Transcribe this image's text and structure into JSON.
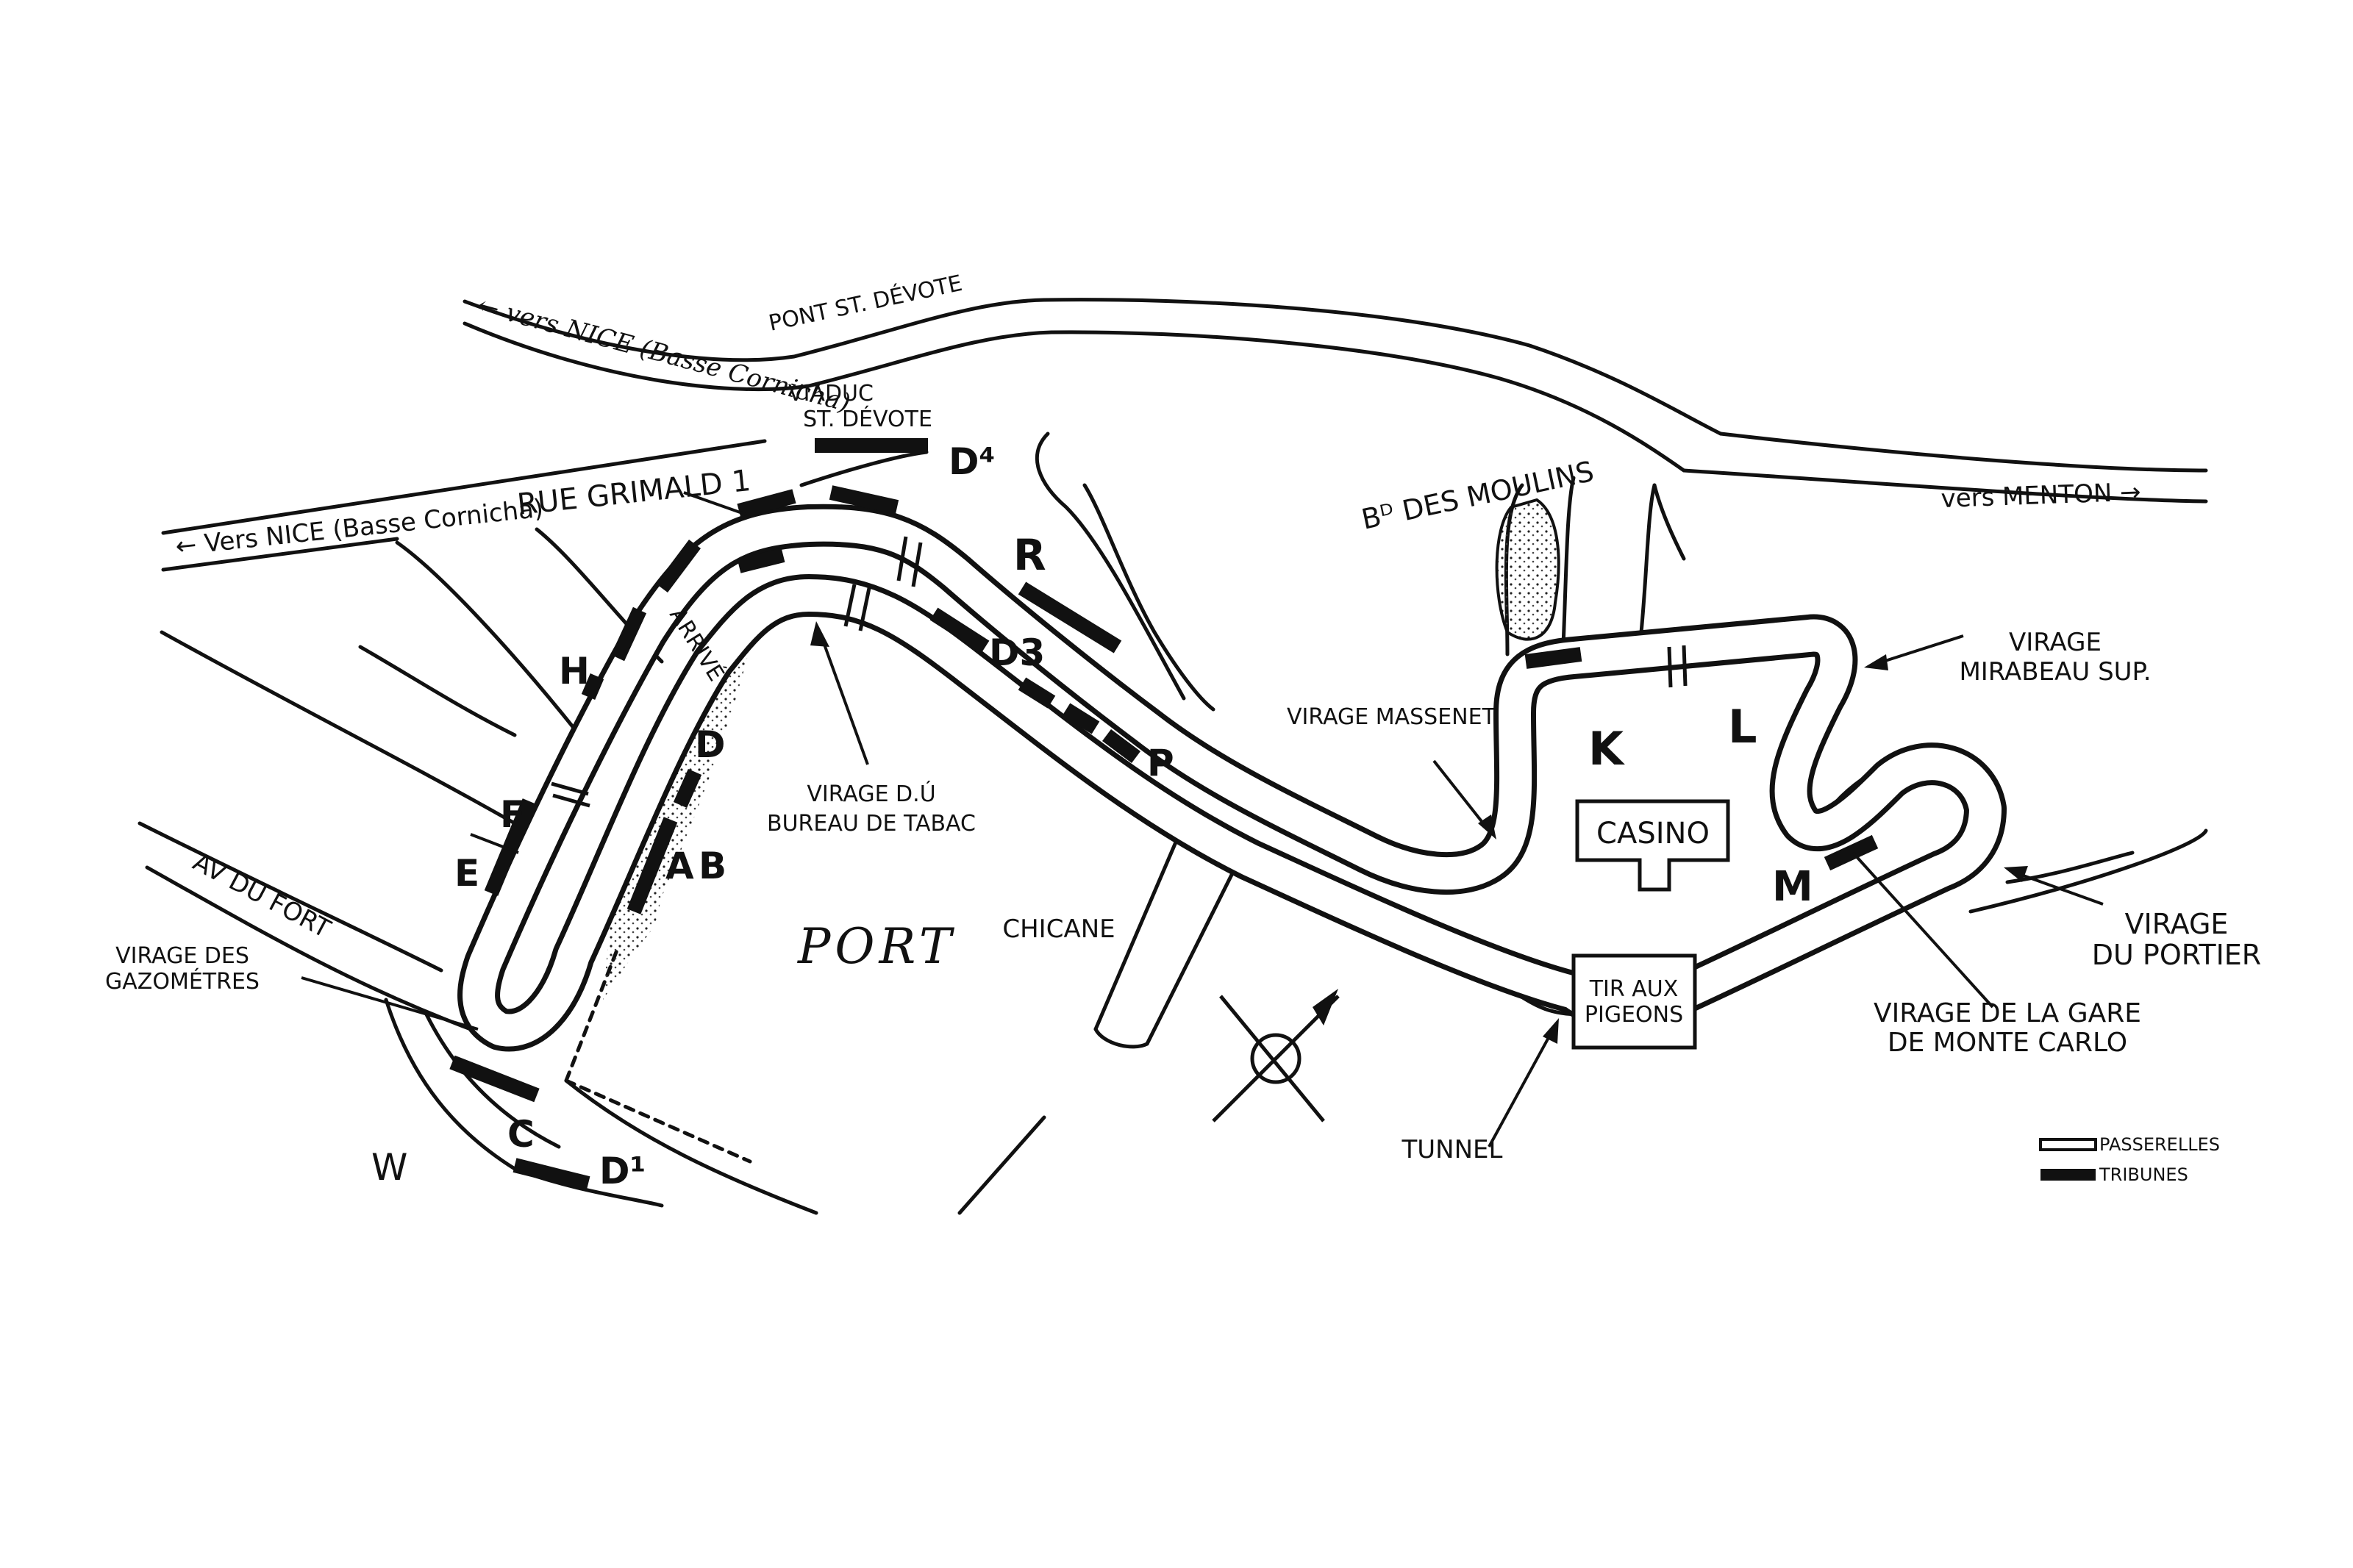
{
  "roads": {
    "nice_top": "← vers NICE (Basse Cornicha)",
    "pont_ste_devote": "PONT ST. DÉVOTE",
    "nice_left": "← Vers NICE (Basse Cornicha)",
    "rue_grimaldi": "RUE GRIMALD 1",
    "bd_moulins": "Bᴰ DES MOULINS",
    "menton": "vers MENTON →",
    "av_du_fort": "AV DU FORT"
  },
  "places": {
    "viaduc_line1": "VIADUC",
    "viaduc_line2": "ST. DÉVOTE",
    "casino": "CASINO",
    "tir_line1": "TIR AUX",
    "tir_line2": "PIGEONS",
    "port": "PORT",
    "arrive": "ARRIVÉ"
  },
  "corners": {
    "tabac_line1": "VIRAGE D.Ú",
    "tabac_line2": "BUREAU DE TABAC",
    "massenet": "VIRAGE MASSENET",
    "mirabeau_line1": "VIRAGE",
    "mirabeau_line2": "MIRABEAU SUP.",
    "portier_line1": "VIRAGE",
    "portier_line2": "DU PORTIER",
    "gare_line1": "VIRAGE DE LA GARE",
    "gare_line2": "DE MONTE CARLO",
    "gazometres_line1": "VIRAGE DES",
    "gazometres_line2": "GAZOMÉTRES",
    "chicane": "CHICANE",
    "tunnel": "TUNNEL"
  },
  "tribune_letters": {
    "D4": "D⁴",
    "R": "R",
    "D3": "D3",
    "P": "P",
    "H": "H",
    "D": "D",
    "F": "F",
    "E": "E",
    "A": "A",
    "B": "B",
    "C": "C",
    "D1": "D¹",
    "W": "W",
    "K": "K",
    "L": "L",
    "M": "M"
  },
  "legend": {
    "passerelles": "PASSERELLES",
    "tribunes": "TRIBUNES"
  },
  "colors": {
    "ink": "#111111",
    "paper": "#ffffff"
  }
}
